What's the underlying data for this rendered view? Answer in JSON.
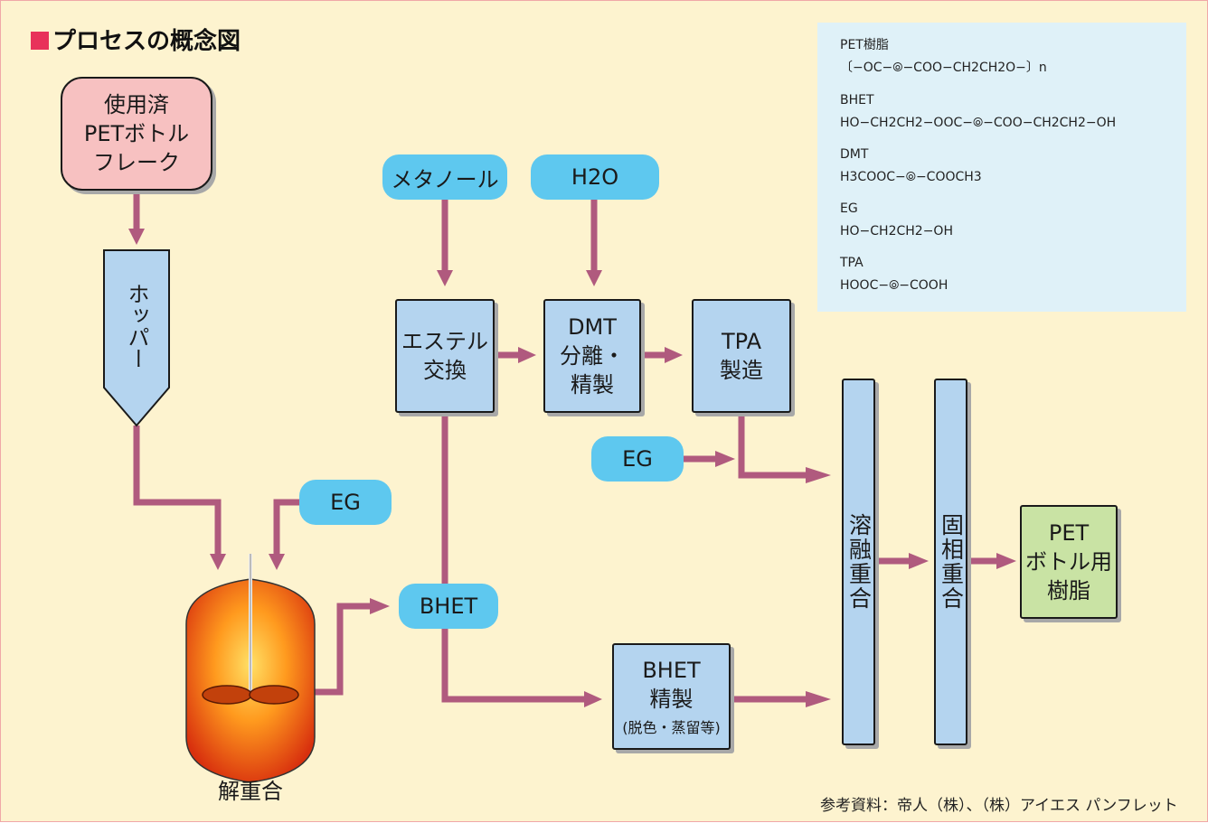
{
  "title": "プロセスの概念図",
  "nodes": {
    "flake": "使用済\nPETボトル\nフレーク",
    "hopper": "ホッパー",
    "methanol": "メタノール",
    "h2o": "H2O",
    "ester": "エステル\n交換",
    "dmt": "DMT\n分離・\n精製",
    "tpa": "TPA\n製造",
    "eg_top": "EG",
    "eg_left": "EG",
    "melt": "溶融重合",
    "solid": "固相重合",
    "pet": "PET\nボトル用\n樹脂",
    "bhet": "BHET",
    "bhet_refine": "BHET\n精製",
    "bhet_refine_note": "(脱色・蒸留等)",
    "reactor": "解重合"
  },
  "legend": [
    {
      "name": "PET樹脂",
      "formula": "〔−OC−⦾−COO−CH2CH2O−〕n"
    },
    {
      "name": "BHET",
      "formula": "HO−CH2CH2−OOC−⦾−COO−CH2CH2−OH"
    },
    {
      "name": "DMT",
      "formula": "H3COOC−⦾−COOCH3"
    },
    {
      "name": "EG",
      "formula": "HO−CH2CH2−OH"
    },
    {
      "name": "TPA",
      "formula": "HOOC−⦾−COOH"
    }
  ],
  "caption": "参考資料：帝人（株）、（株）アイエス パンフレット",
  "colors": {
    "arrow": "#b05a7e",
    "process": "#b4d4ef",
    "pill": "#5ec8ef",
    "input": "#f7c1c1",
    "product": "#c9e3a4",
    "background": "#fdf3cf"
  }
}
